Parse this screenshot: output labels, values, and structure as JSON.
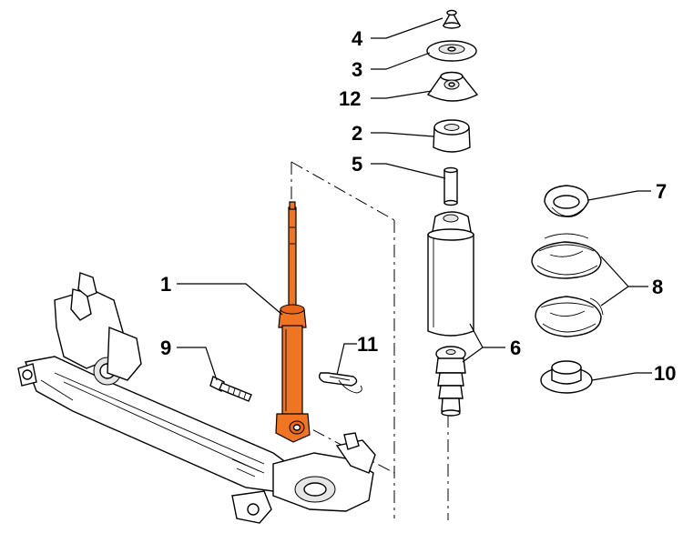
{
  "callouts": {
    "c1": "1",
    "c2": "2",
    "c3": "3",
    "c4": "4",
    "c5": "5",
    "c6": "6",
    "c7": "7",
    "c8": "8",
    "c9": "9",
    "c10": "10",
    "c11": "11",
    "c12": "12"
  },
  "colors": {
    "highlight": "#f07522",
    "line": "#000000",
    "background": "#ffffff"
  }
}
